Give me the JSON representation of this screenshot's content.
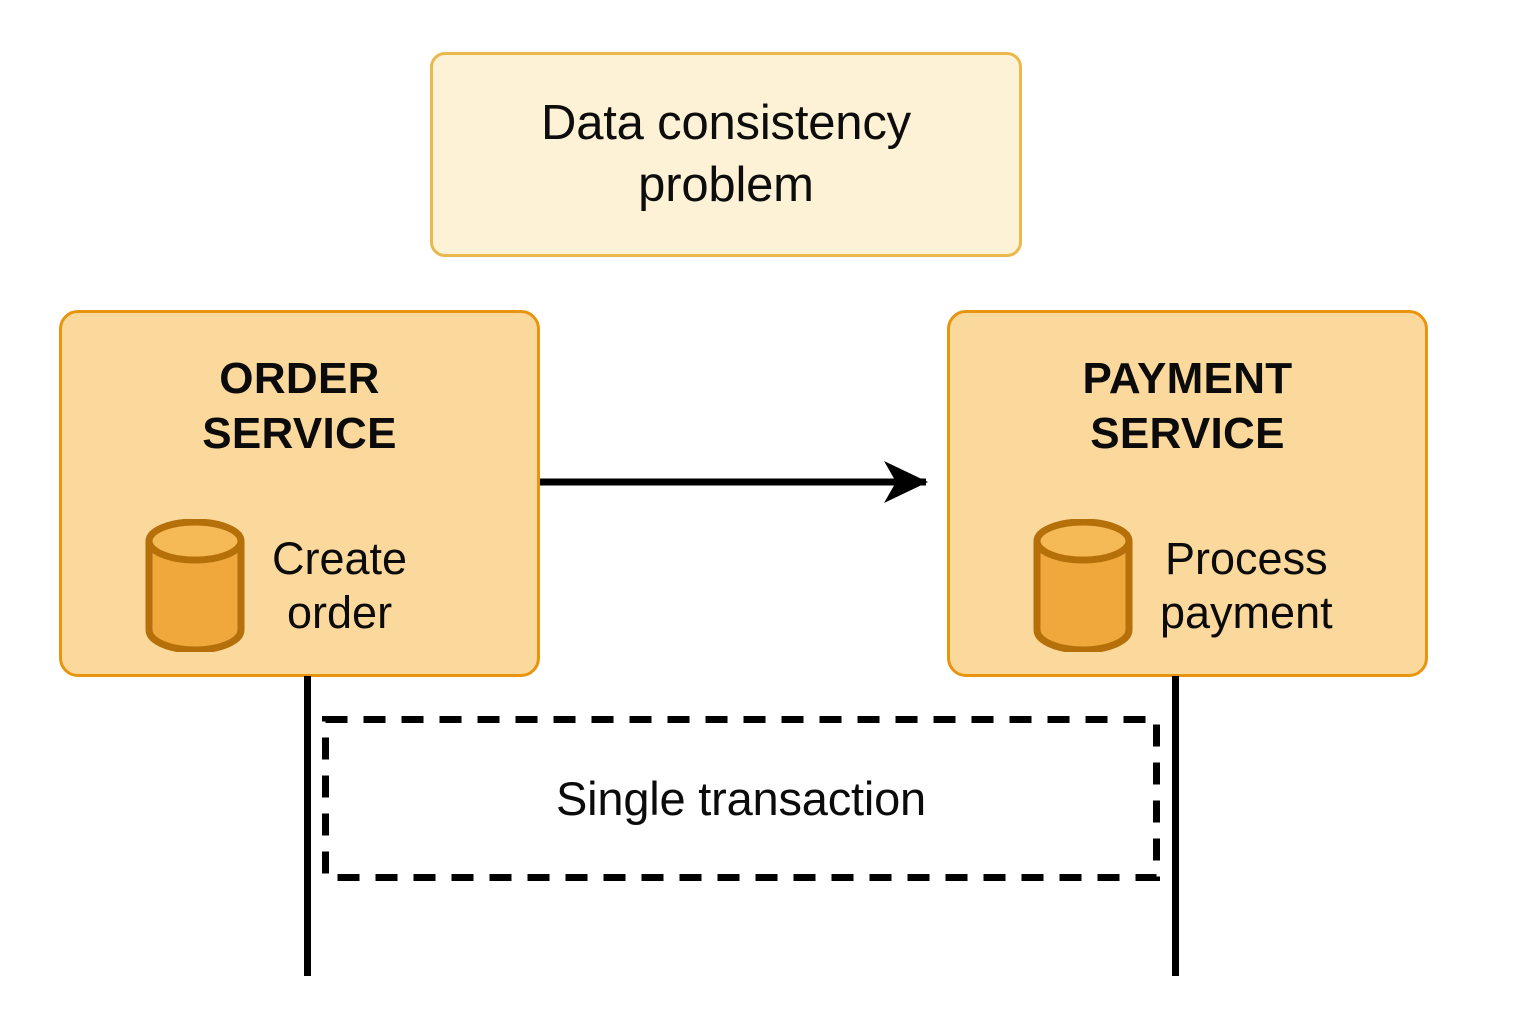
{
  "diagram": {
    "title_callout": {
      "label": "Data consistency\nproblem",
      "fill": "#FDF2D5",
      "border": "#E9B94E"
    },
    "services": [
      {
        "id": "order-service",
        "title": "ORDER\nSERVICE",
        "action": "Create\norder",
        "icon": "database-cylinder-icon",
        "fill": "#FBD89C",
        "border": "#E8940C",
        "icon_fill": "#F0A83C",
        "icon_stroke": "#B5700A"
      },
      {
        "id": "payment-service",
        "title": "PAYMENT\nSERVICE",
        "action": "Process\npayment",
        "icon": "database-cylinder-icon",
        "fill": "#FBD89C",
        "border": "#E8940C",
        "icon_fill": "#F0A83C",
        "icon_stroke": "#B5700A"
      }
    ],
    "connector": {
      "name": "order-to-payment-arrow",
      "label": "",
      "from": "order-service",
      "to": "payment-service",
      "style": "solid",
      "arrowhead": "filled-triangle",
      "color": "#000000"
    },
    "transaction_boundary": {
      "label": "Single transaction",
      "style": "dashed",
      "color": "#000000"
    },
    "lifelines": [
      {
        "name": "order-lifeline",
        "color": "#000000"
      },
      {
        "name": "payment-lifeline",
        "color": "#000000"
      }
    ]
  }
}
